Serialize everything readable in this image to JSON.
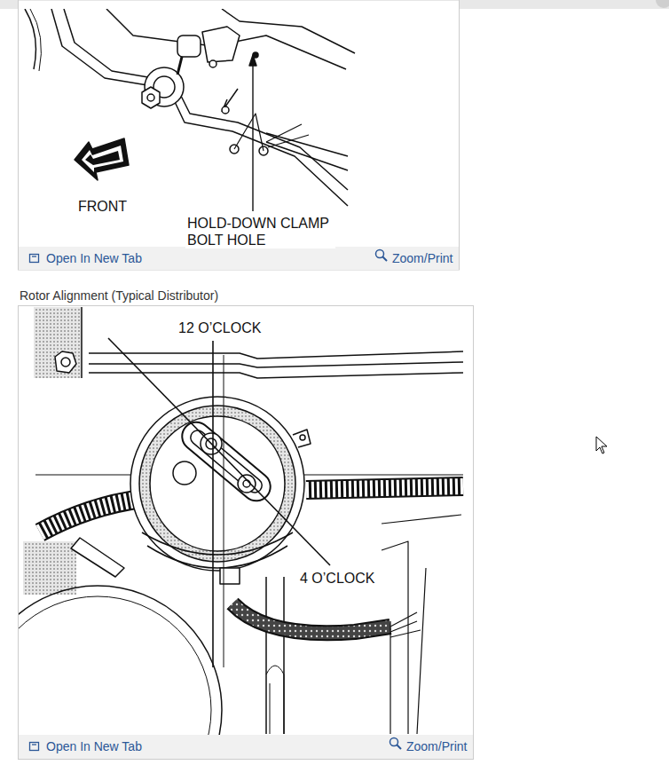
{
  "diagram": {
    "labels": [
      "FRONT",
      "HOLD-DOWN CLAMP BOLT HOLE",
      "Open In New Tab",
      "Zoom/Print",
      "Rotor Alignment (Typical Distributor)",
      "12 O’CLOCK",
      "4 O’CLOCK",
      "Open In New Tab",
      "Zoom/Print"
    ]
  }
}
